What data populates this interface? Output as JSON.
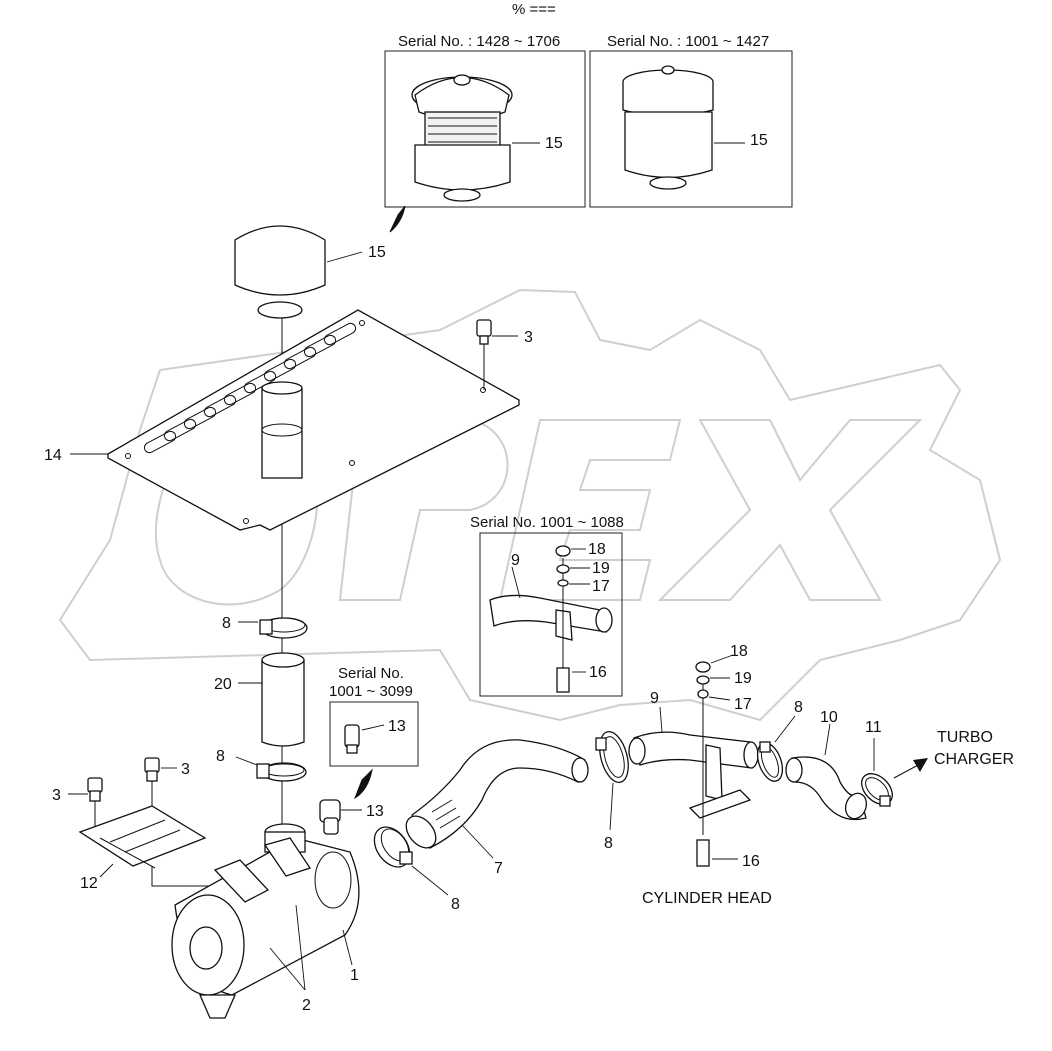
{
  "header": {
    "mark": "% ==="
  },
  "callouts": {
    "serial_top_left": "Serial No. : 1428 ~ 1706",
    "serial_top_right": "Serial No. : 1001 ~ 1427",
    "serial_mid_box": "Serial No. 1001 ~ 1088",
    "serial_small_line1": "Serial No.",
    "serial_small_line2": "1001 ~ 3099",
    "turbo_line1": "TURBO",
    "turbo_line2": "CHARGER",
    "cylinder_head": "CYLINDER HEAD"
  },
  "part_numbers": {
    "p1": "1",
    "p2": "2",
    "p3a": "3",
    "p3b": "3",
    "p3c": "3",
    "p7": "7",
    "p8a": "8",
    "p8b": "8",
    "p8c": "8",
    "p8d": "8",
    "p8e": "8",
    "p9a": "9",
    "p9b": "9",
    "p10": "10",
    "p11": "11",
    "p12": "12",
    "p13a": "13",
    "p13b": "13",
    "p14": "14",
    "p15a": "15",
    "p15b": "15",
    "p15c": "15",
    "p16a": "16",
    "p16b": "16",
    "p17a": "17",
    "p17b": "17",
    "p18a": "18",
    "p18b": "18",
    "p19a": "19",
    "p19b": "19",
    "p20": "20"
  },
  "watermark": {
    "brand": "OPEX",
    "icon": "gear-icon"
  }
}
